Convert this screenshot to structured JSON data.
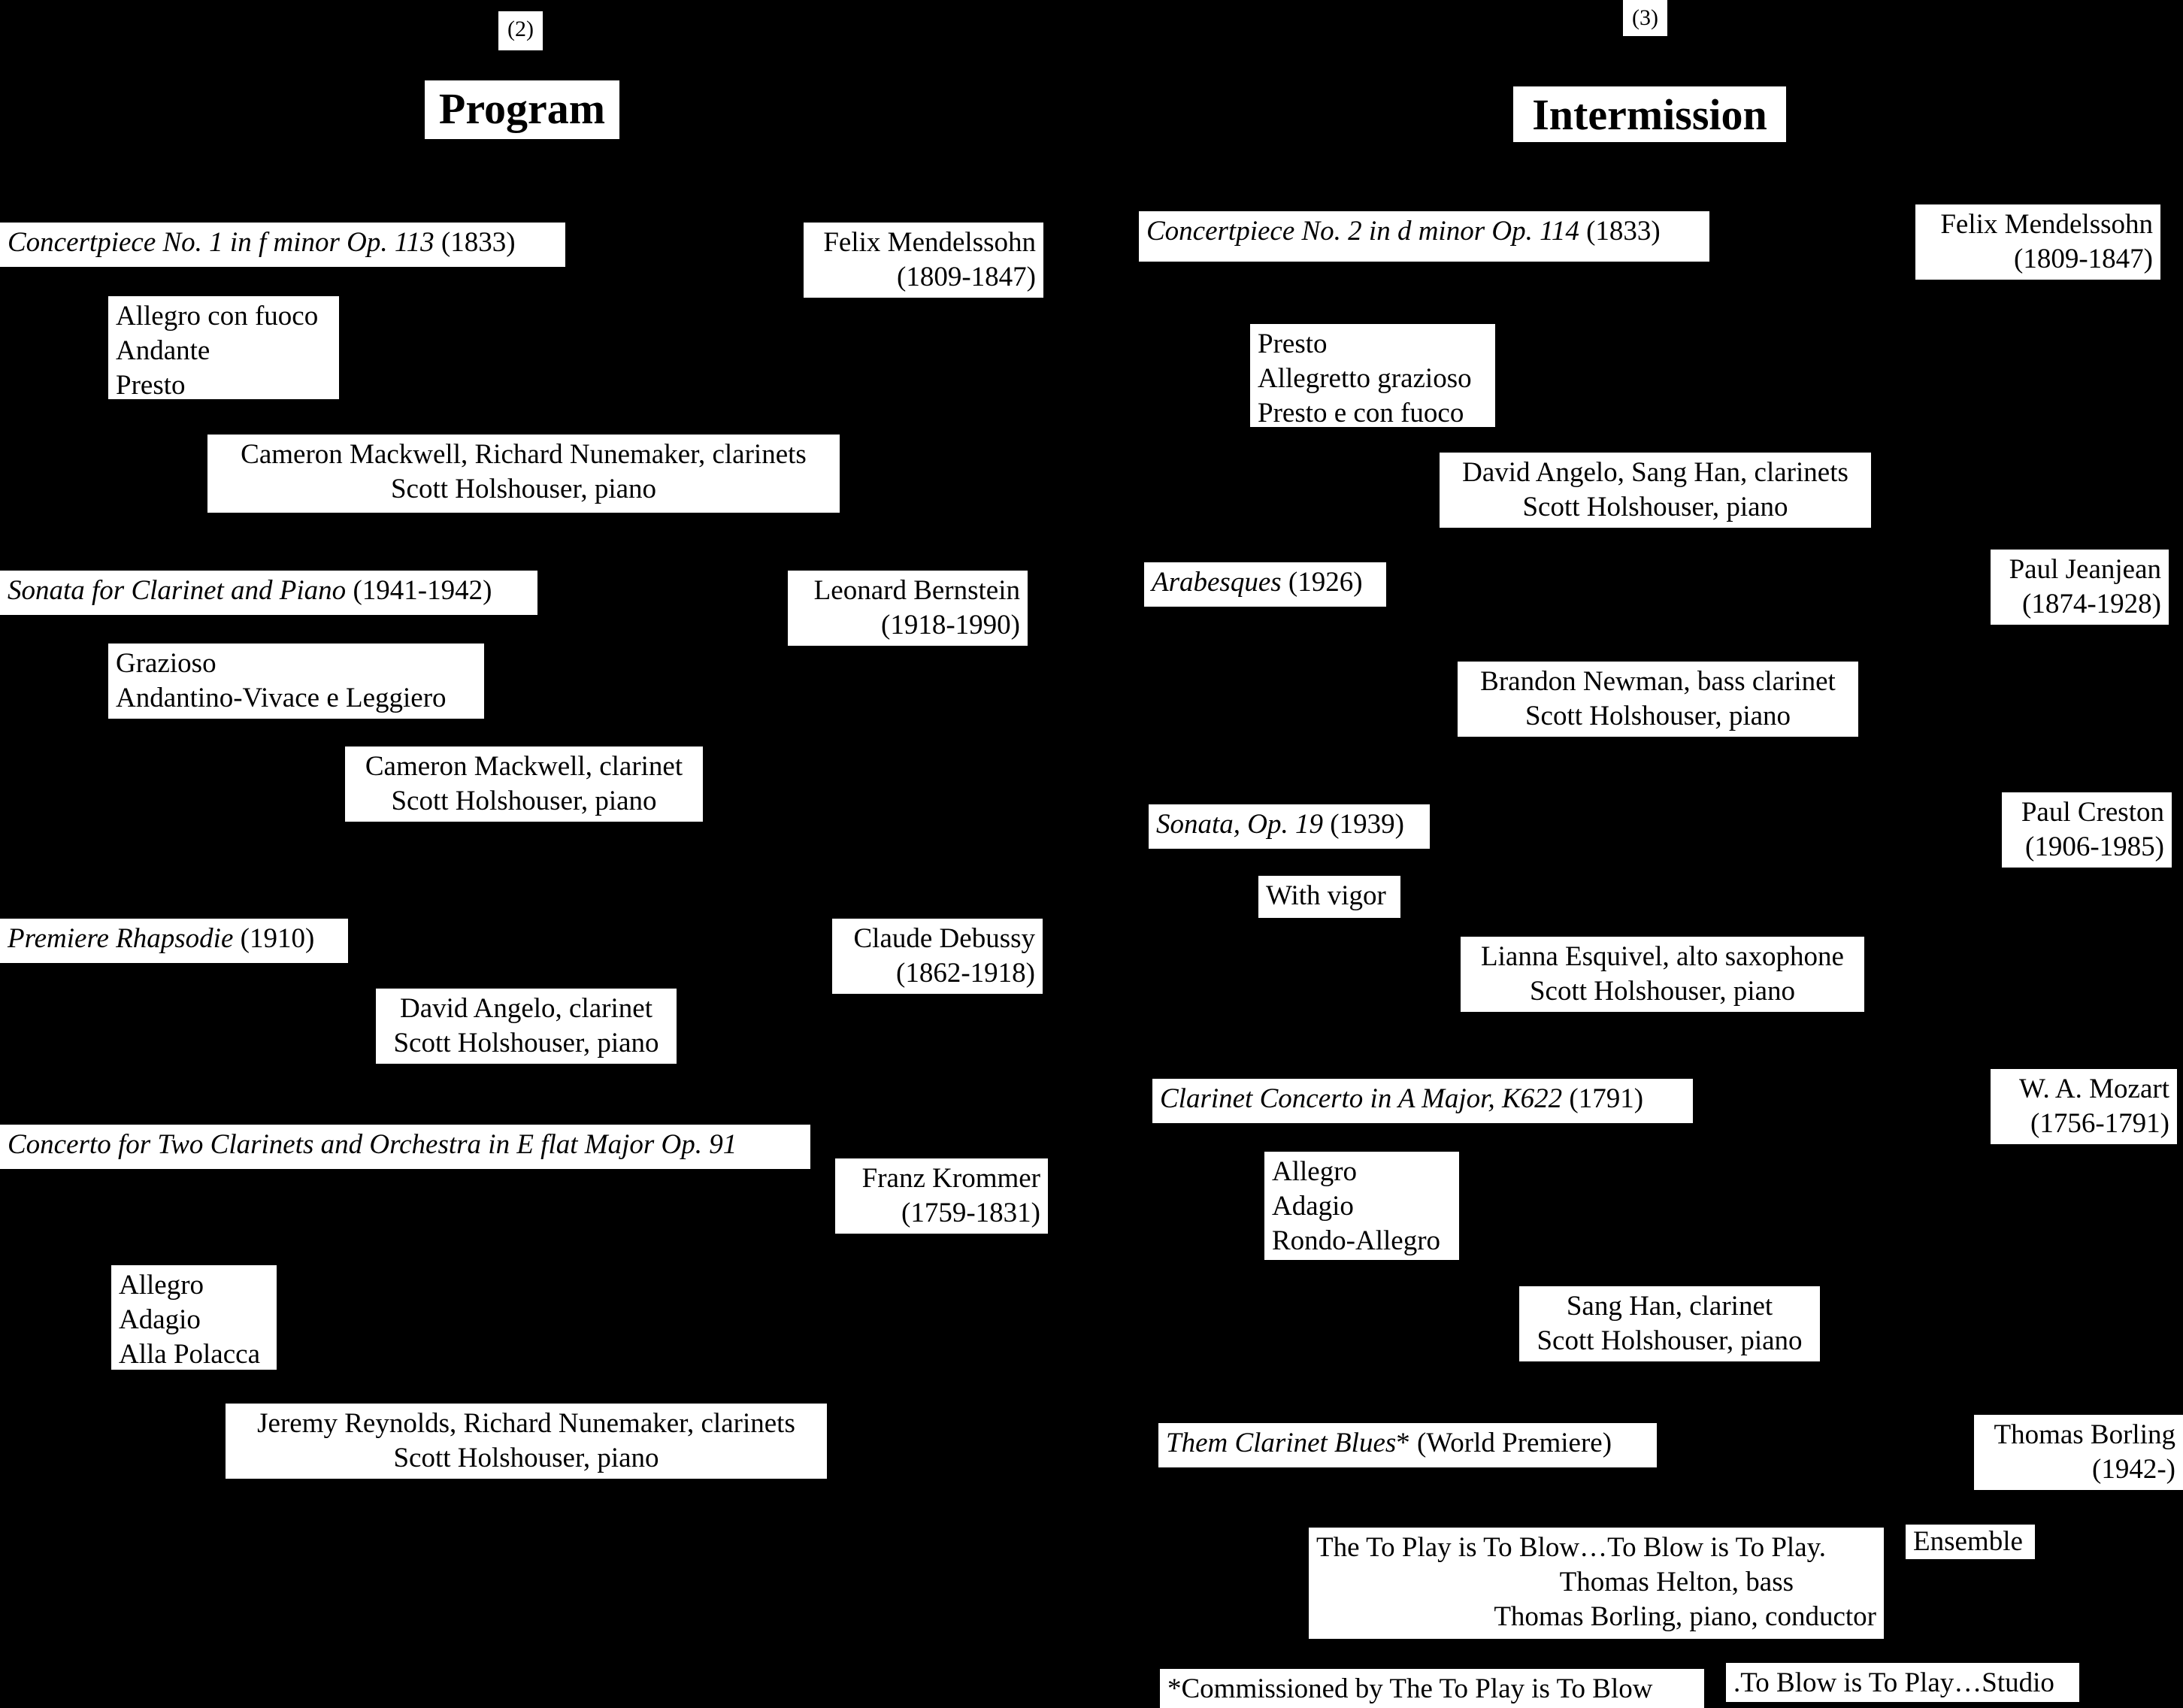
{
  "left": {
    "page_number": "(2)",
    "heading": "Program",
    "pieces": [
      {
        "title": "Concertpiece No. 1 in f minor Op. 113",
        "year": " (1833)",
        "composer": "Felix Mendelssohn",
        "dates": "(1809-1847)",
        "movements": [
          "Allegro con fuoco",
          "Andante",
          "Presto"
        ],
        "performers": [
          "Cameron Mackwell, Richard Nunemaker, clarinets",
          "Scott Holshouser, piano"
        ]
      },
      {
        "title": "Sonata for Clarinet and Piano",
        "year": " (1941-1942)",
        "composer": "Leonard Bernstein",
        "dates": "(1918-1990)",
        "movements": [
          "Grazioso",
          "Andantino-Vivace e Leggiero"
        ],
        "performers": [
          "Cameron Mackwell, clarinet",
          "Scott Holshouser, piano"
        ]
      },
      {
        "title": "Premiere Rhapsodie",
        "year": " (1910)",
        "composer": "Claude Debussy",
        "dates": "(1862-1918)",
        "performers": [
          "David Angelo, clarinet",
          "Scott Holshouser, piano"
        ]
      },
      {
        "title": "Concerto for Two Clarinets and Orchestra in E flat Major Op. 91",
        "composer": "Franz Krommer",
        "dates": "(1759-1831)",
        "movements": [
          "Allegro",
          "Adagio",
          "Alla Polacca"
        ],
        "performers": [
          "Jeremy Reynolds, Richard Nunemaker, clarinets",
          "Scott Holshouser, piano"
        ]
      }
    ]
  },
  "right": {
    "page_number": "(3)",
    "heading": "Intermission",
    "pieces": [
      {
        "title": "Concertpiece No. 2 in d minor Op. 114",
        "year": " (1833)",
        "composer": "Felix Mendelssohn",
        "dates": "(1809-1847)",
        "movements": [
          "Presto",
          "Allegretto grazioso",
          "Presto e con fuoco"
        ],
        "performers": [
          "David Angelo, Sang Han, clarinets",
          "Scott Holshouser, piano"
        ]
      },
      {
        "title": "Arabesques",
        "year": " (1926)",
        "composer": "Paul Jeanjean",
        "dates": "(1874-1928)",
        "performers": [
          "Brandon Newman, bass clarinet",
          "Scott Holshouser, piano"
        ]
      },
      {
        "title": "Sonata, Op. 19",
        "year": " (1939)",
        "composer": "Paul Creston",
        "dates": "(1906-1985)",
        "movements": [
          "With vigor"
        ],
        "performers": [
          "Lianna Esquivel, alto saxophone",
          "Scott Holshouser, piano"
        ]
      },
      {
        "title": "Clarinet Concerto in A Major, K622",
        "year": " (1791)",
        "composer": "W. A. Mozart",
        "dates": "(1756-1791)",
        "movements": [
          "Allegro",
          "Adagio",
          "Rondo-Allegro"
        ],
        "performers": [
          "Sang Han, clarinet",
          "Scott Holshouser, piano"
        ]
      },
      {
        "title": "Them Clarinet Blues",
        "year": "* (World Premiere)",
        "composer": "Thomas Borling",
        "dates": "(1942-)",
        "performers": [
          "The To Play is To Blow…To Blow is To Play.",
          "Thomas Helton, bass",
          "Thomas Borling, piano, conductor"
        ],
        "ensemble": "Ensemble"
      }
    ],
    "footnote_a": "*Commissioned by The To Play is To Blow",
    "footnote_b": ".To Blow is To Play…Studio"
  }
}
